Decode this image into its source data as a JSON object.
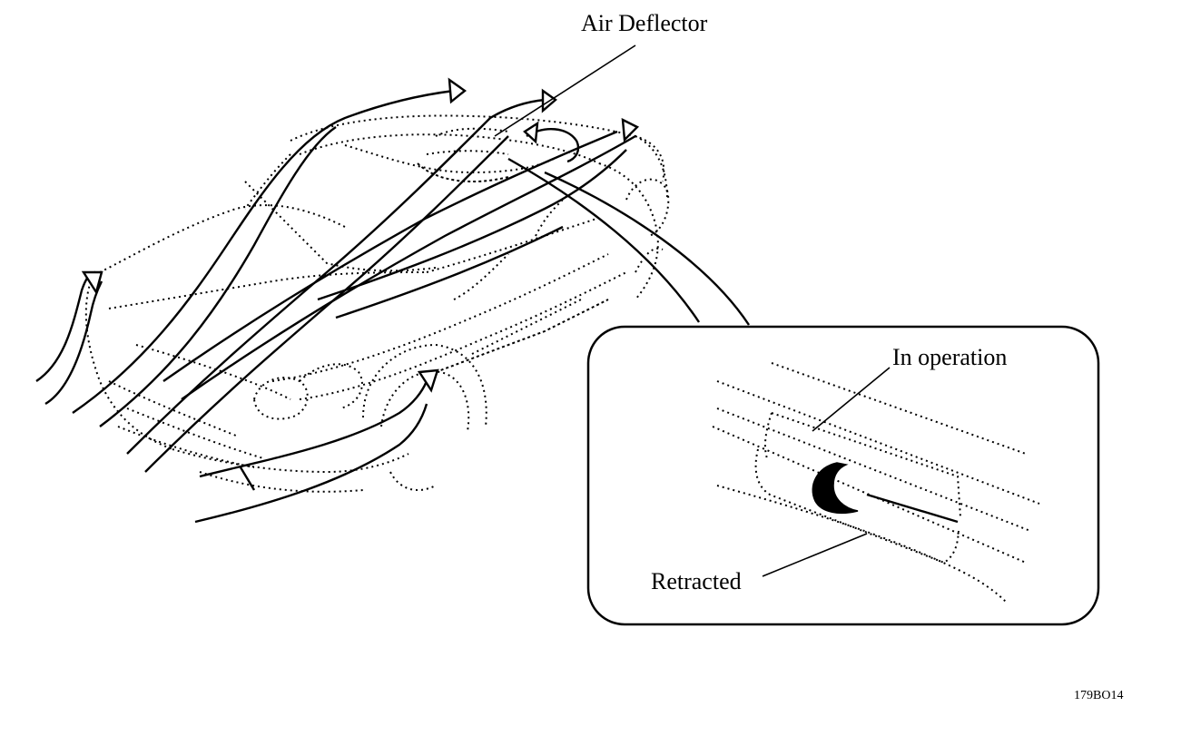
{
  "labels": {
    "air_deflector": "Air Deflector",
    "in_operation": "In operation",
    "retracted": "Retracted"
  },
  "figure_id": "179BO14"
}
